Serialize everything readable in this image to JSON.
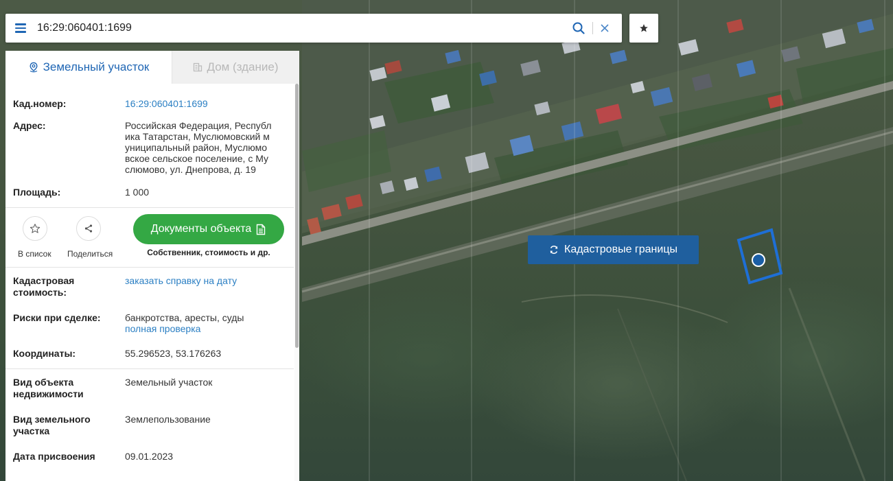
{
  "search": {
    "value": "16:29:060401:1699"
  },
  "tabs": [
    {
      "label": "Земельный участок",
      "active": true
    },
    {
      "label": "Дом (здание)",
      "active": false
    }
  ],
  "fields": {
    "cad_number": {
      "label": "Кад.номер:",
      "value": "16:29:060401:1699"
    },
    "address": {
      "label": "Адрес:",
      "lines": [
        "Российская Федерация, Республ",
        "ика Татарстан, Муслюмовский м",
        "униципальный район, Муслюмо",
        "вское сельское поселение, с Му",
        "слюмово, ул. Днепрова, д. 19"
      ]
    },
    "area": {
      "label": "Площадь:",
      "value": "1 000"
    },
    "cad_cost": {
      "label_lines": [
        "Кадастровая",
        "стоимость:"
      ],
      "link": "заказать справку на дату"
    },
    "risks": {
      "label": "Риски при сделке:",
      "value": "банкротства, аресты, суды",
      "link": "полная проверка"
    },
    "coords": {
      "label": "Координаты:",
      "value": "55.296523, 53.176263"
    },
    "object_type": {
      "label_lines": [
        "Вид объекта",
        "недвижимости"
      ],
      "value": "Земельный участок"
    },
    "land_type": {
      "label_lines": [
        "Вид земельного",
        "участка"
      ],
      "value": "Землепользование"
    },
    "assign_date": {
      "label": "Дата присвоения",
      "value": "09.01.2023"
    }
  },
  "actions": {
    "add_to_list": "В список",
    "share": "Поделиться",
    "documents": "Документы объекта",
    "documents_sub": "Собственник, стоимость и др."
  },
  "map": {
    "cadastral_button": "Кадастровые границы"
  },
  "colors": {
    "accent": "#1f66b4",
    "link": "#2b7fc3",
    "docs_green": "#34a844",
    "cad_button": "#1f5f9e"
  },
  "icons": {
    "menu": "hamburger-icon",
    "search": "search-icon",
    "clear": "close-icon",
    "favorite": "star-icon",
    "land": "location-pin-icon",
    "house": "building-icon",
    "add": "star-outline-icon",
    "share": "share-icon",
    "documents": "document-icon",
    "refresh": "refresh-icon"
  }
}
